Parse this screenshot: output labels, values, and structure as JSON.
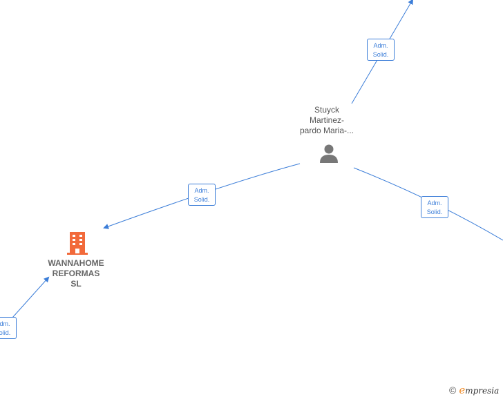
{
  "nodes": {
    "person": {
      "label_lines": [
        "Stuyck",
        "Martinez-",
        "pardo Maria-..."
      ],
      "icon": "person-icon"
    },
    "company": {
      "label_lines": [
        "WANNAHOME",
        "REFORMAS",
        "SL"
      ],
      "icon": "building-icon"
    }
  },
  "edges": [
    {
      "line1": "Adm.",
      "line2": "Solid."
    },
    {
      "line1": "Adm.",
      "line2": "Solid."
    },
    {
      "line1": "Adm.",
      "line2": "Solid."
    },
    {
      "line1": "Adm.",
      "line2": "Solid."
    }
  ],
  "brand": {
    "copyright": "©",
    "e": "e",
    "rest": "mpresia"
  },
  "colors": {
    "edge": "#3b7dd8",
    "company_icon": "#f26a3b",
    "person_icon": "#777777"
  }
}
